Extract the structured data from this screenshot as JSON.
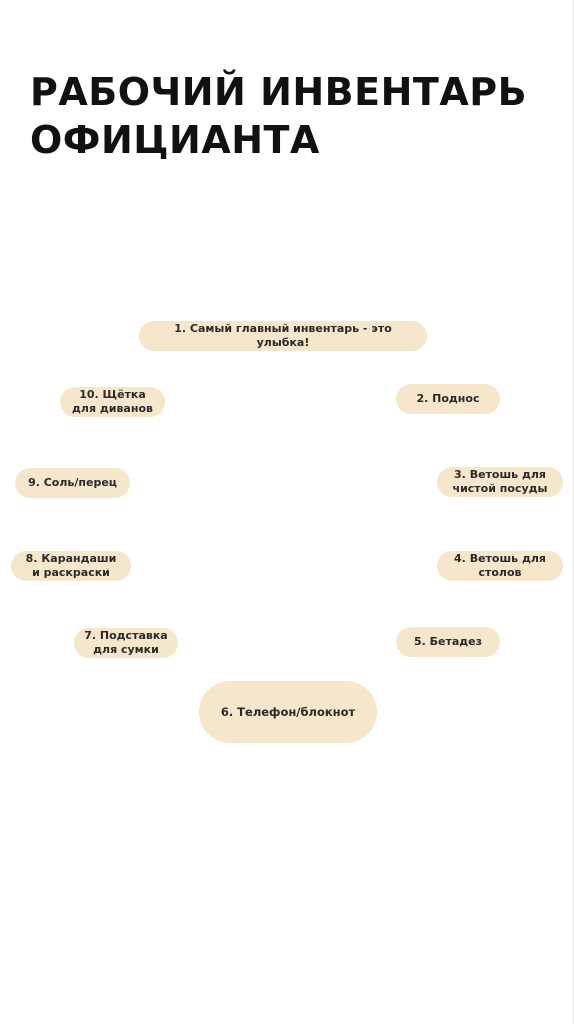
{
  "title": {
    "line1": "РАБОЧИЙ ИНВЕНТАРЬ",
    "line2": "ОФИЦИАНТА"
  },
  "items": [
    "1. Самый главный инвентарь - это улыбка!",
    "2. Поднос",
    "3. Ветошь для\nчистой посуды",
    "4. Ветошь для\nстолов",
    "5. Бетадез",
    "6. Телефон/блокнот",
    "7. Подставка\nдля сумки",
    "8. Карандаши\nи раскраски",
    "9. Соль/перец",
    "10. Щётка\nдля диванов"
  ],
  "colors": {
    "pill_background": "#f5e6cc",
    "title_text": "#111111",
    "pill_text": "#2a2a2a"
  }
}
